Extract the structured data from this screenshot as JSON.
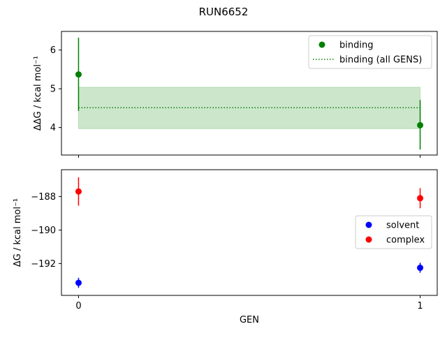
{
  "chart_data": [
    {
      "type": "scatter",
      "title": "RUN6652",
      "ylabel": "ΔΔG / kcal mol⁻¹",
      "xlim": [
        -0.05,
        1.05
      ],
      "ylim": [
        3.29,
        6.48
      ],
      "yticks": [
        4,
        5,
        6
      ],
      "grid": false,
      "legend": "top-right",
      "series": [
        {
          "name": "binding",
          "color": "#008000",
          "x": [
            0,
            1
          ],
          "y": [
            5.37,
            4.06
          ],
          "yerr_low": [
            4.43,
            3.43
          ],
          "yerr_high": [
            6.32,
            4.71
          ]
        },
        {
          "name": "binding (all GENS)",
          "color": "#008000",
          "style": "dotted",
          "mean": 4.51,
          "band": [
            3.97,
            5.04
          ]
        }
      ]
    },
    {
      "type": "scatter",
      "xlabel": "GEN",
      "ylabel": "ΔG / kcal mol⁻¹",
      "xlim": [
        -0.05,
        1.05
      ],
      "ylim": [
        -193.9,
        -186.4
      ],
      "xticks": [
        0,
        1
      ],
      "yticks": [
        -192,
        -190,
        -188
      ],
      "grid": false,
      "legend": "center-right",
      "series": [
        {
          "name": "solvent",
          "color": "#0000ff",
          "x": [
            0,
            1
          ],
          "y": [
            -193.15,
            -192.25
          ],
          "yerr_low": [
            -193.45,
            -192.55
          ],
          "yerr_high": [
            -192.85,
            -191.95
          ]
        },
        {
          "name": "complex",
          "color": "#ff0000",
          "x": [
            0,
            1
          ],
          "y": [
            -187.7,
            -188.1
          ],
          "yerr_low": [
            -188.55,
            -188.7
          ],
          "yerr_high": [
            -186.85,
            -187.5
          ]
        }
      ]
    }
  ]
}
